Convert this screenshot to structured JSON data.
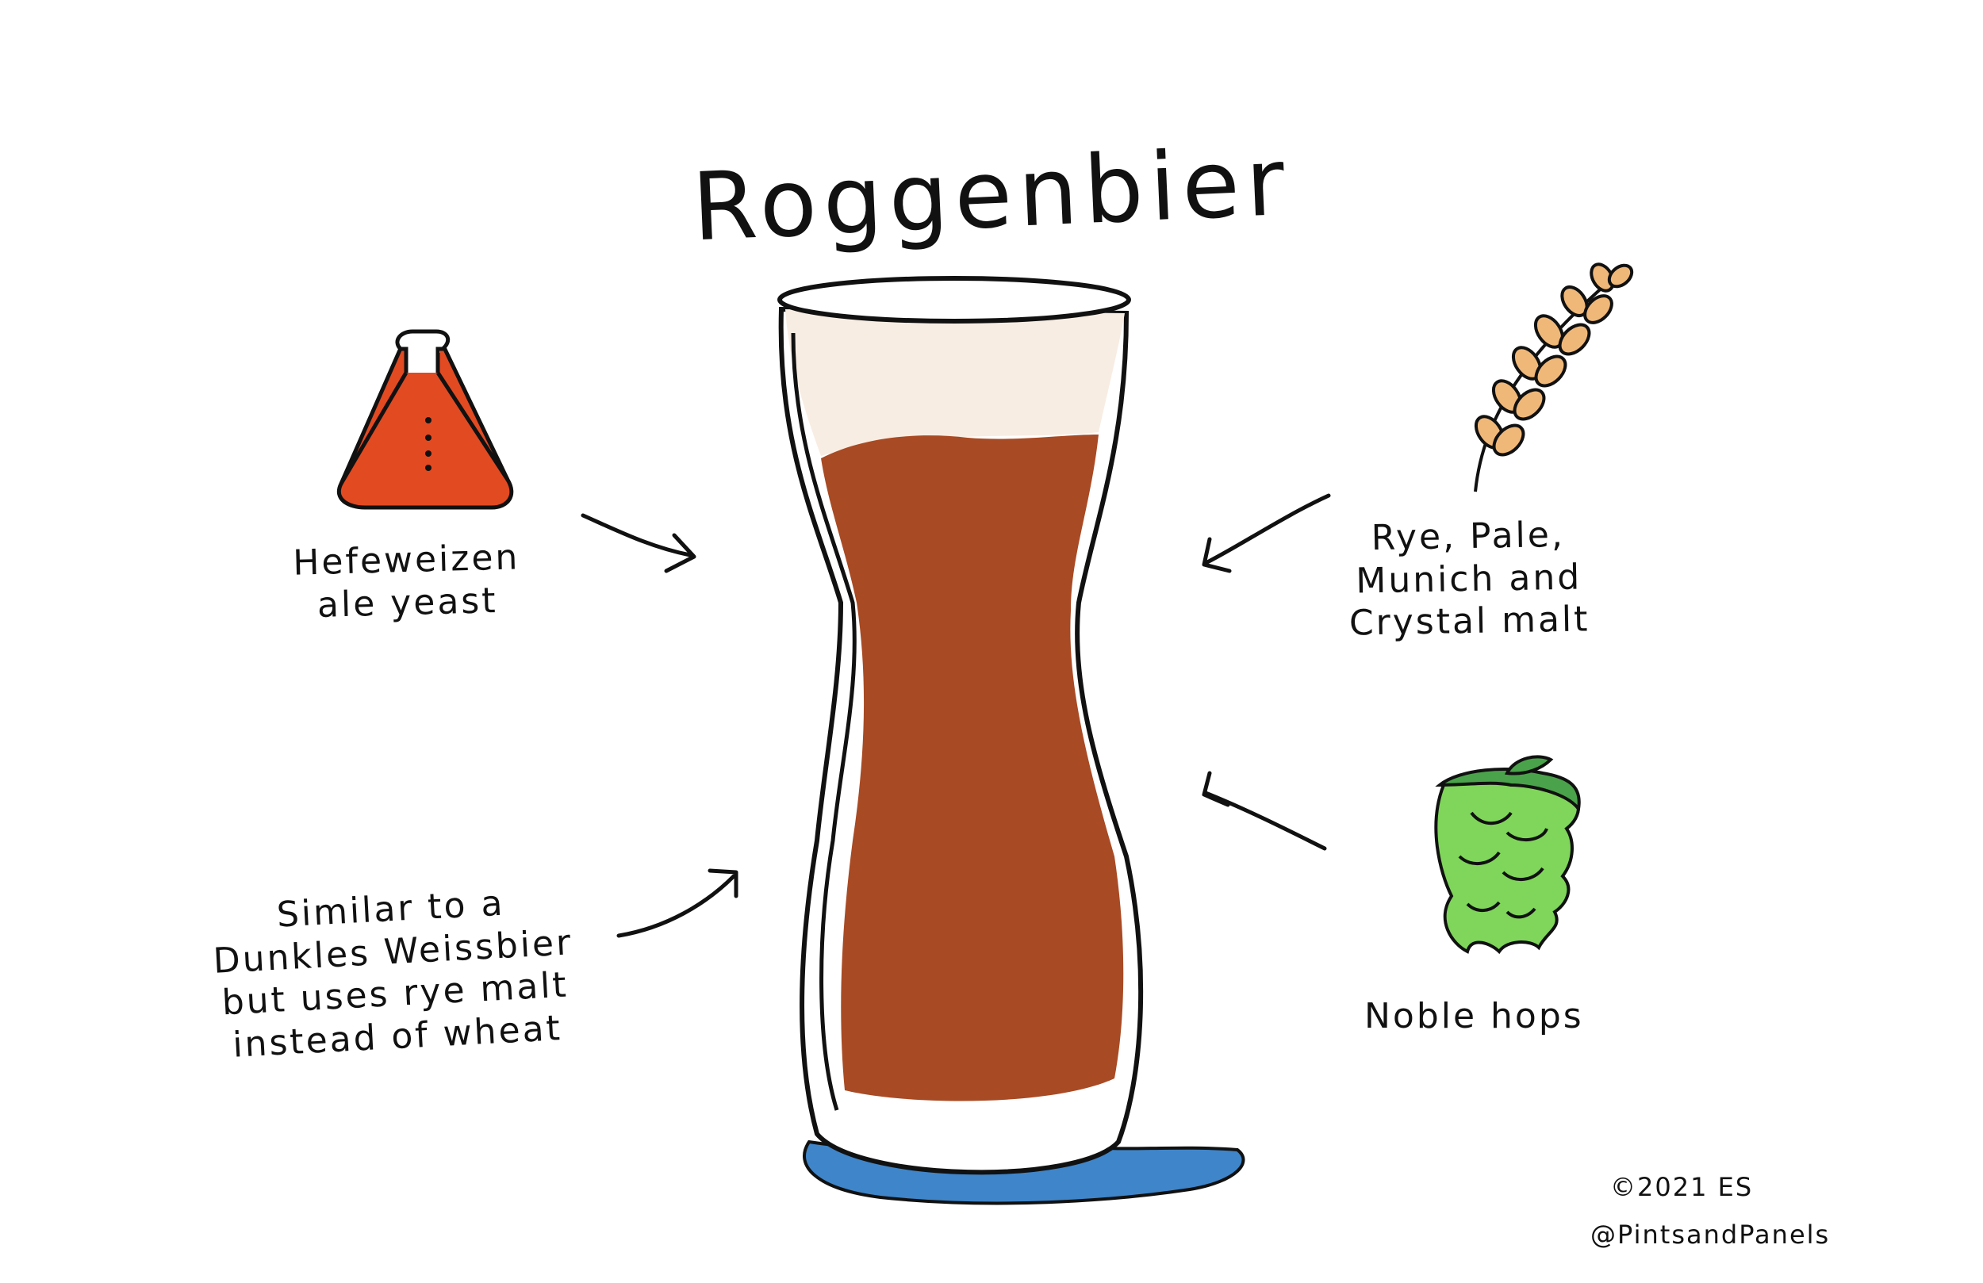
{
  "title": "Roggenbier",
  "labels": {
    "yeast": [
      "Hefeweizen",
      "ale yeast"
    ],
    "malt": [
      "Rye, Pale,",
      "Munich and",
      "Crystal malt"
    ],
    "hops": [
      "Noble hops"
    ],
    "similar": [
      "Similar to a",
      "Dunkles Weissbier",
      "but uses rye malt",
      "instead of wheat"
    ]
  },
  "credits": {
    "copyright": "©2021 ES",
    "handle": "@PintsandPanels"
  },
  "colors": {
    "beer": "#a84a24",
    "foam": "#f8ede3",
    "yeast_liquid": "#e24a22",
    "grain": "#f0b878",
    "hop": "#7fd65a",
    "puddle": "#3f85c9",
    "ink": "#111111"
  },
  "icons": {
    "flask": "flask-icon",
    "grain": "wheat-stalk-icon",
    "hop": "hop-cone-icon",
    "glass": "weizen-glass-icon"
  }
}
